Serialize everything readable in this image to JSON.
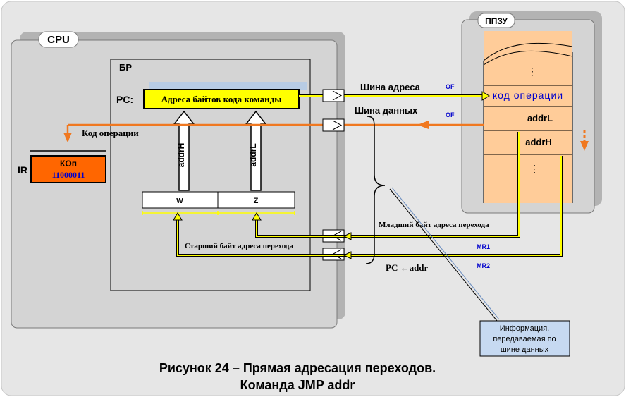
{
  "labels": {
    "cpu": "CPU",
    "br": "БР",
    "ppzu": "ППЗУ",
    "pc": "PC:",
    "pc_box": "Адреса байтов кода команды",
    "ir": "IR",
    "kop": "КОп",
    "kop_code": "11000011",
    "addrH_vertical": "addrH",
    "addrL_vertical": "addrL",
    "reg_w": "W",
    "reg_z": "Z",
    "bus_address": "Шина адреса",
    "bus_data": "Шина данных",
    "of_1": "OF",
    "of_2": "OF",
    "kod_operacii_arrow": "Код операции",
    "mem_dots_top": "⋮",
    "mem_kod": "код операции",
    "mem_addrL": "addrL",
    "mem_addrH": "addrH",
    "mem_dots_bottom": "⋮",
    "low_byte": "Младший байт адреса перехода",
    "high_byte": "Старший байт адреса перехода",
    "mr1": "MR1",
    "mr2": "MR2",
    "pc_addr": "PC ←addr",
    "info_line1": "Информация,",
    "info_line2": "передаваемая по",
    "info_line3": "шине данных",
    "caption_line1": "Рисунок 24 – Прямая  адресация переходов.",
    "caption_line2": "Команда JMP addr"
  },
  "colors": {
    "background": "#e6e6e6",
    "panel": "#d4d4d4",
    "panel_shadow": "#b3b3b3",
    "yellow": "#ffff00",
    "orange": "#f07820",
    "memory_fill": "#ffcc99",
    "ir_fill": "#ff6600",
    "blue_text": "#0000cc",
    "info_fill": "#c6d9f1"
  }
}
